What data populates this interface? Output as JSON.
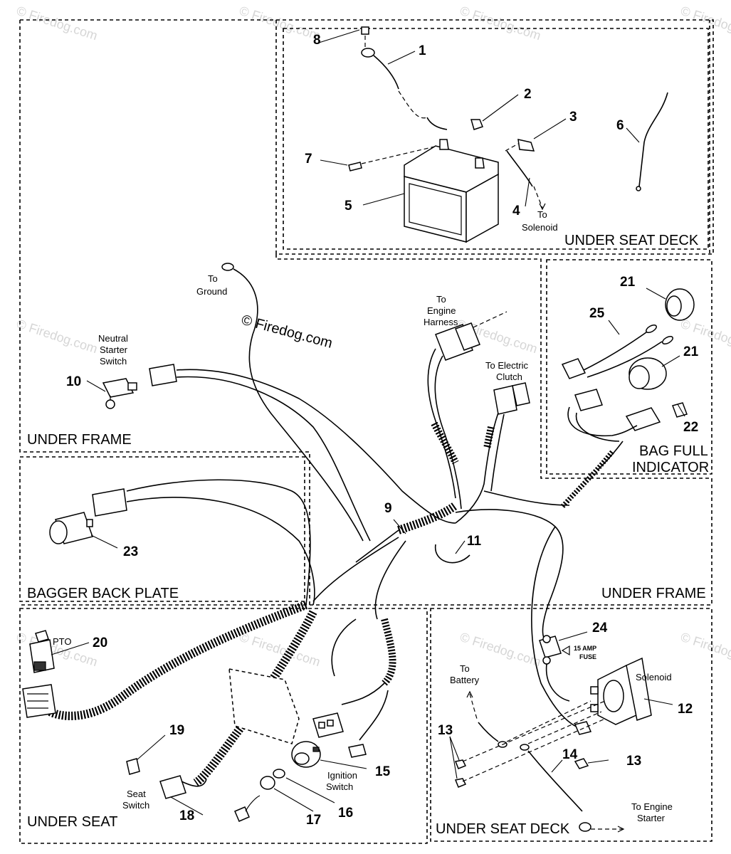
{
  "diagram": {
    "callouts": {
      "n1": "1",
      "n2": "2",
      "n3": "3",
      "n4": "4",
      "n5": "5",
      "n6": "6",
      "n7": "7",
      "n8": "8",
      "n9": "9",
      "n10": "10",
      "n11": "11",
      "n12": "12",
      "n13a": "13",
      "n13b": "13",
      "n14": "14",
      "n15": "15",
      "n16": "16",
      "n17": "17",
      "n18": "18",
      "n19": "19",
      "n20": "20",
      "n21a": "21",
      "n21b": "21",
      "n22": "22",
      "n23": "23",
      "n24": "24",
      "n25": "25"
    },
    "sections": {
      "under_seat_deck_top": "UNDER SEAT DECK",
      "bag_full_1": "BAG FULL",
      "bag_full_2": "INDICATOR",
      "under_frame_left": "UNDER FRAME",
      "bagger_back_plate": "BAGGER BACK PLATE",
      "under_frame_right": "UNDER FRAME",
      "under_seat": "UNDER SEAT",
      "under_seat_deck_bottom": "UNDER SEAT DECK"
    },
    "labels": {
      "to_solenoid_1": "To",
      "to_solenoid_2": "Solenoid",
      "to_ground_1": "To",
      "to_ground_2": "Ground",
      "neutral_1": "Neutral",
      "neutral_2": "Starter",
      "neutral_3": "Switch",
      "engine_1": "To",
      "engine_2": "Engine",
      "engine_3": "Harness",
      "clutch_1": "To Electric",
      "clutch_2": "Clutch",
      "pto": "PTO",
      "fuse_1": "15 AMP",
      "fuse_2": "FUSE",
      "solenoid": "Solenoid",
      "to_battery_1": "To",
      "to_battery_2": "Battery",
      "ignition_1": "Ignition",
      "ignition_2": "Switch",
      "seat_1": "Seat",
      "seat_2": "Switch",
      "starter_1": "To Engine",
      "starter_2": "Starter"
    },
    "watermark": {
      "main": "© Firedog.com",
      "faint": "© Firedog.com"
    }
  }
}
